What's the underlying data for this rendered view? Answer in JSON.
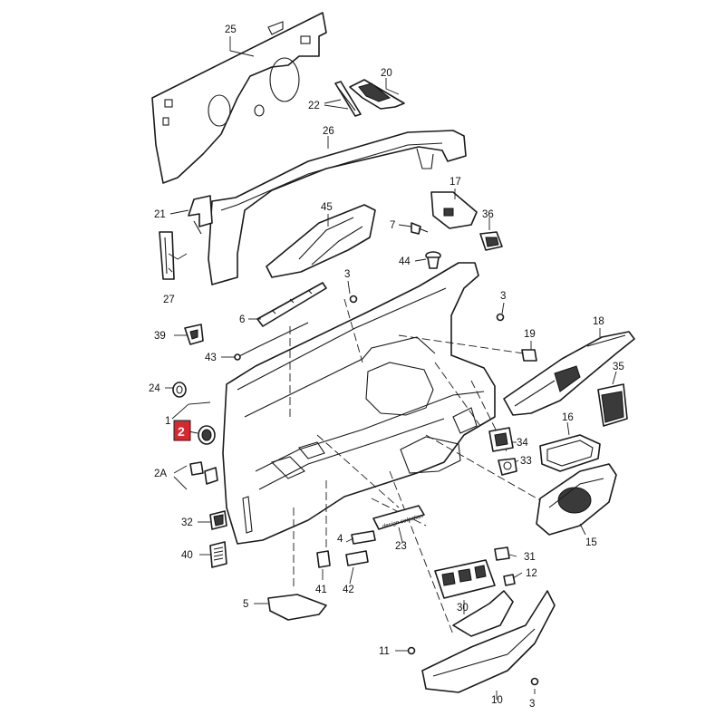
{
  "highlight": {
    "label": "2",
    "color": "#d7282f"
  },
  "badge_text": "design selection",
  "labels": [
    "25",
    "20",
    "22",
    "26",
    "17",
    "7",
    "36",
    "21",
    "45",
    "44",
    "3",
    "27",
    "3",
    "6",
    "18",
    "39",
    "19",
    "43",
    "35",
    "24",
    "16",
    "1",
    "34",
    "33",
    "2A",
    "15",
    "32",
    "4",
    "23",
    "31",
    "12",
    "40",
    "41",
    "42",
    "5",
    "30",
    "11",
    "10",
    "3"
  ]
}
